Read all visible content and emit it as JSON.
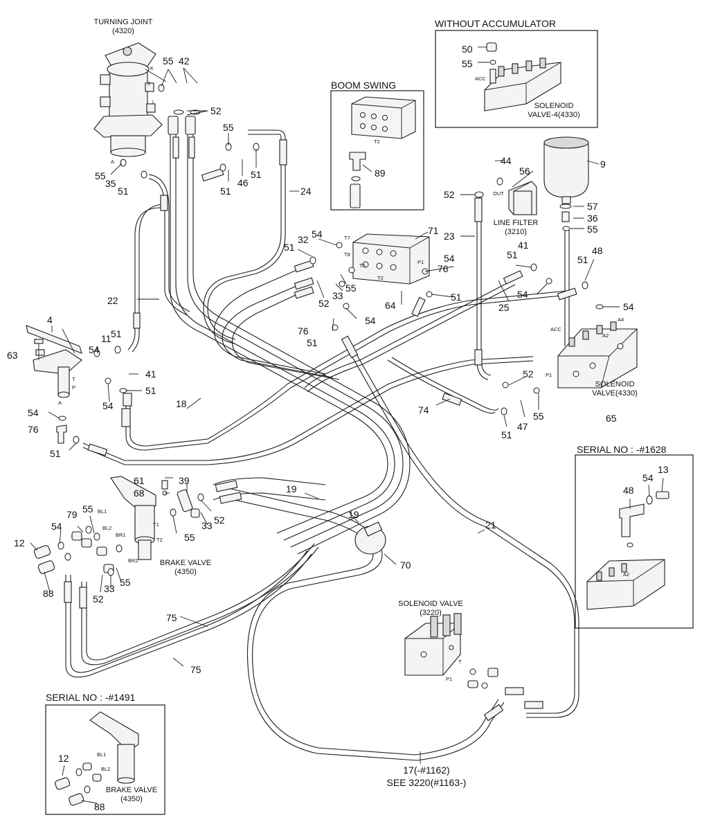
{
  "headers": {
    "without_accumulator": "WITHOUT ACCUMULATOR",
    "boom_swing": "BOOM SWING",
    "serial_1628": "SERIAL NO : -#1628",
    "serial_1491": "SERIAL NO : -#1491"
  },
  "components": {
    "turning_joint": "TURNING JOINT",
    "turning_joint_code": "(4320)",
    "solenoid_valve_4": "SOLENOID",
    "solenoid_valve_4_code": "VALVE-4(4330)",
    "line_filter": "LINE FILTER",
    "line_filter_code": "(3210)",
    "solenoid_valve": "SOLENOID",
    "solenoid_valve_code": "VALVE(4330)",
    "solenoid_valve_3220": "SOLENOID VALVE",
    "solenoid_valve_3220_code": "(3220)",
    "brake_valve": "BRAKE VALVE",
    "brake_valve_code": "(4350)",
    "brake_valve_inset": "BRAKE VALVE",
    "brake_valve_inset_code": "(4350)"
  },
  "notes": {
    "see_line1": "17(-#1162)",
    "see_line2": "SEE 3220(#1163-)"
  },
  "ports": {
    "acc": "ACC",
    "acc2": "ACC",
    "out": "OUT",
    "t2": "T2",
    "t7": "T7",
    "t8": "T8",
    "t6": "T6",
    "t2b": "T2",
    "p1": "P1",
    "a2": "A2",
    "a4": "A4",
    "p1b": "P1",
    "a2b": "A2",
    "k": "K",
    "j": "J",
    "l": "L",
    "a": "A",
    "a_pedal": "A",
    "p": "P",
    "t": "T",
    "bl1": "BL1",
    "bl2": "BL2",
    "br1": "BR1",
    "br2": "BR2",
    "t1": "T1",
    "t2c": "T2",
    "t_sol": "T",
    "p1_sol": "P1",
    "bl1_inset": "BL1",
    "bl2_inset": "BL2"
  },
  "part_numbers": {
    "n55a": "55",
    "n42": "42",
    "n52a": "52",
    "n55b": "55",
    "n55c": "55",
    "n35": "35",
    "n51a": "51",
    "n51b": "51",
    "n46": "46",
    "n51c": "51",
    "n24": "24",
    "n22": "22",
    "n50": "50",
    "n55d": "55",
    "n89": "89",
    "n44": "44",
    "n56": "56",
    "n9": "9",
    "n52b": "52",
    "n23": "23",
    "n57": "57",
    "n36": "36",
    "n55e": "55",
    "n71": "71",
    "n54a": "54",
    "n32": "32",
    "n51d": "51",
    "n54b": "54",
    "n76a": "76",
    "n41a": "41",
    "n51e": "51",
    "n48a": "48",
    "n51f": "51",
    "n55f": "55",
    "n52c": "52",
    "n33a": "33",
    "n64": "64",
    "n54c": "54",
    "n51g": "51",
    "n25": "25",
    "n54d": "54",
    "n54e": "54",
    "n76b": "76",
    "n51h": "51",
    "n4": "4",
    "n11": "11",
    "n51i": "51",
    "n63": "63",
    "n54f": "54",
    "n41b": "41",
    "n51j": "51",
    "n54g": "54",
    "n18": "18",
    "n54h": "54",
    "n76c": "76",
    "n51k": "51",
    "n52d": "52",
    "n74": "74",
    "n47": "47",
    "n55g": "55",
    "n51l": "51",
    "n65": "65",
    "n61": "61",
    "n39": "39",
    "n68": "68",
    "n19a": "19",
    "n19b": "19",
    "n55h": "55",
    "n79": "79",
    "n52e": "52",
    "n33b": "33",
    "n55i": "55",
    "n12a": "12",
    "n54i": "54",
    "n70": "70",
    "n21": "21",
    "n88a": "88",
    "n33c": "33",
    "n55j": "55",
    "n52f": "52",
    "n75a": "75",
    "n75b": "75",
    "n48b": "48",
    "n54j": "54",
    "n13": "13",
    "n12b": "12",
    "n88b": "88"
  }
}
